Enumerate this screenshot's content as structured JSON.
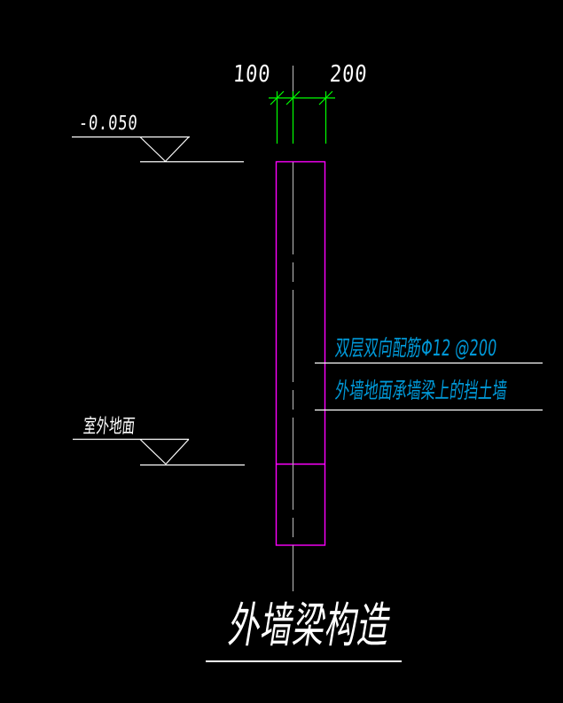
{
  "drawing": {
    "title": "外墙梁构造",
    "dimensions": {
      "dim_100": "100",
      "dim_200": "200"
    },
    "elevations": {
      "beam_top": {
        "label": "-0.050"
      },
      "outdoor_ground": {
        "label": "室外地面"
      }
    },
    "annotations": {
      "rebar_note": "双层双向配筋Φ12 @200",
      "wall_note": "外墙地面承墙梁上的挡土墙"
    },
    "colors": {
      "background": "#000000",
      "dimension_green": "#00FF00",
      "wall_magenta": "#FF00FF",
      "annotation_cyan": "#0099D8",
      "line_white": "#FFFFFF",
      "centerline_gray": "#ABABAB"
    }
  }
}
